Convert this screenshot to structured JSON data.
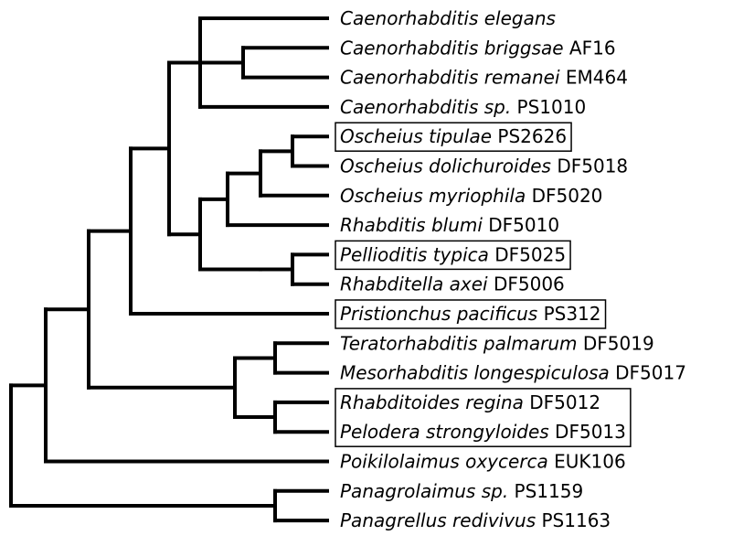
{
  "taxa": [
    {
      "species": "Caenorhabditis elegans",
      "strain": "",
      "boxed": false
    },
    {
      "species": "Caenorhabditis briggsae",
      "strain": "AF16",
      "boxed": false
    },
    {
      "species": "Caenorhabditis remanei",
      "strain": "EM464",
      "boxed": false
    },
    {
      "species": "Caenorhabditis sp.",
      "strain": "PS1010",
      "boxed": false
    },
    {
      "species": "Oscheius tipulae",
      "strain": "PS2626",
      "boxed": true
    },
    {
      "species": "Oscheius dolichuroides",
      "strain": "DF5018",
      "boxed": false
    },
    {
      "species": "Oscheius myriophila",
      "strain": "DF5020",
      "boxed": false
    },
    {
      "species": "Rhabditis blumi",
      "strain": "DF5010",
      "boxed": false
    },
    {
      "species": "Pellioditis typica",
      "strain": "DF5025",
      "boxed": true
    },
    {
      "species": "Rhabditella axei",
      "strain": "DF5006",
      "boxed": false
    },
    {
      "species": "Pristionchus pacificus",
      "strain": "PS312",
      "boxed": true
    },
    {
      "species": "Teratorhabditis palmarum",
      "strain": "DF5019",
      "boxed": false
    },
    {
      "species": "Mesorhabditis longespiculosa",
      "strain": "DF5017",
      "boxed": false
    },
    {
      "species": "Rhabditoides regina",
      "strain": "DF5012",
      "boxed": true
    },
    {
      "species": "Pelodera strongyloides",
      "strain": "DF5013",
      "boxed": true
    },
    {
      "species": "Poikilolaimus oxycerca",
      "strain": "EUK106",
      "boxed": false
    },
    {
      "species": "Panagrolaimus sp.",
      "strain": "PS1159",
      "boxed": false
    },
    {
      "species": "Panagrellus redivivus",
      "strain": "PS1163",
      "boxed": false
    }
  ]
}
